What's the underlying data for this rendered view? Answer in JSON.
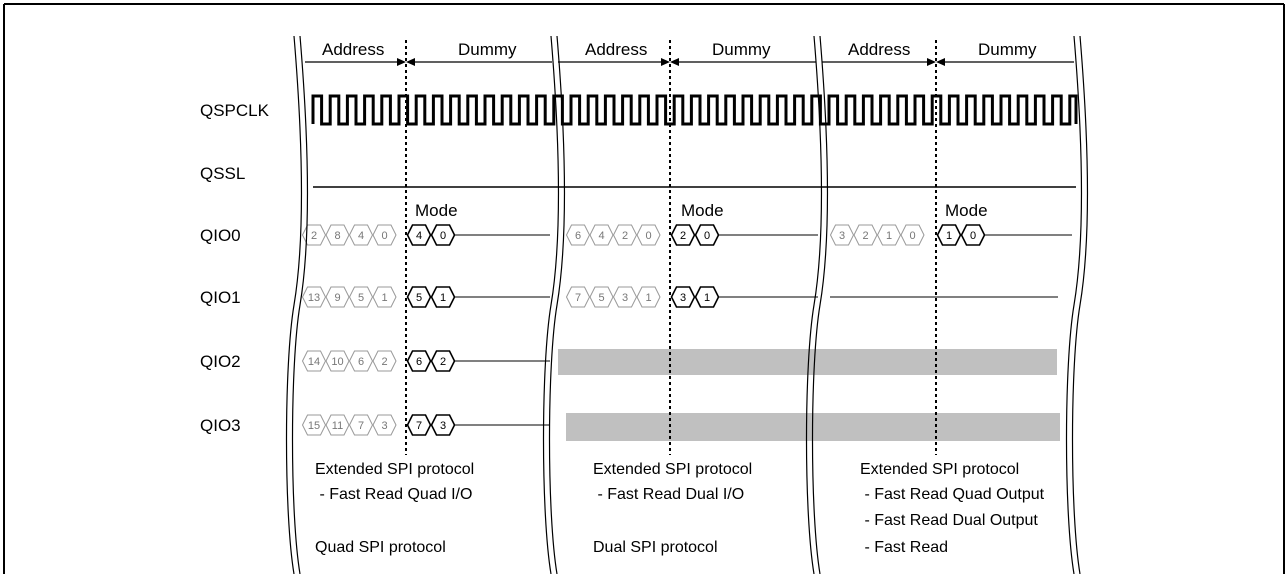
{
  "signals": [
    "QSPCLK",
    "QSSL",
    "QIO0",
    "QIO1",
    "QIO2",
    "QIO3"
  ],
  "sections": [
    {
      "header_left": "Address",
      "header_right": "Dummy",
      "mode_label": "Mode",
      "rows": [
        {
          "gray": [
            "2",
            "8",
            "4",
            "0"
          ],
          "black": [
            "4",
            "0"
          ]
        },
        {
          "gray": [
            "13",
            "9",
            "5",
            "1"
          ],
          "black": [
            "5",
            "1"
          ]
        },
        {
          "gray": [
            "14",
            "10",
            "6",
            "2"
          ],
          "black": [
            "6",
            "2"
          ]
        },
        {
          "gray": [
            "15",
            "11",
            "7",
            "3"
          ],
          "black": [
            "7",
            "3"
          ]
        }
      ],
      "caption": [
        "Extended SPI protocol",
        " - Fast Read Quad I/O",
        "",
        "Quad SPI protocol"
      ]
    },
    {
      "header_left": "Address",
      "header_right": "Dummy",
      "mode_label": "Mode",
      "rows": [
        {
          "gray": [
            "6",
            "4",
            "2",
            "0"
          ],
          "black": [
            "2",
            "0"
          ]
        },
        {
          "gray": [
            "7",
            "5",
            "3",
            "1"
          ],
          "black": [
            "3",
            "1"
          ]
        }
      ],
      "caption": [
        "Extended SPI protocol",
        " - Fast Read Dual I/O",
        "",
        "Dual SPI protocol"
      ]
    },
    {
      "header_left": "Address",
      "header_right": "Dummy",
      "mode_label": "Mode",
      "rows": [
        {
          "gray": [
            "3",
            "2",
            "1",
            "0"
          ],
          "black": [
            "1",
            "0"
          ]
        }
      ],
      "caption": [
        "Extended SPI protocol",
        " - Fast Read Quad Output",
        " - Fast Read Dual Output",
        " - Fast Read"
      ]
    }
  ],
  "colors": {
    "line": "#000000",
    "inactive_cell": "#999999",
    "shaded_band": "#c0c0c0"
  }
}
